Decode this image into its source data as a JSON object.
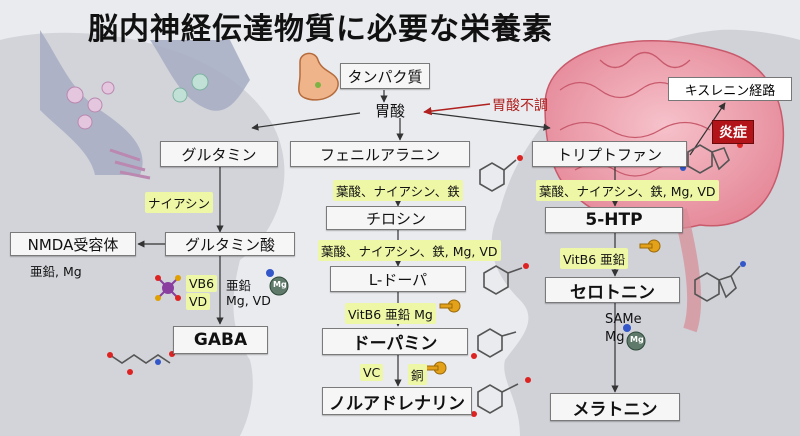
{
  "title": "脳内神経伝達物質に必要な栄養素",
  "nodes": {
    "protein": "タンパク質",
    "acid": "胃酸",
    "acid_disorder": "胃酸不調",
    "glutamine": "グルタミン",
    "phenylalanine": "フェニルアラニン",
    "tryptophan": "トリプトファン",
    "kynurenine": "キスレニン経路",
    "inflammation": "炎症",
    "glutamate": "グルタミン酸",
    "nmda": "NMDA受容体",
    "gaba": "GABA",
    "tyrosine": "チロシン",
    "ldopa": "L-ドーパ",
    "dopamine": "ドーパミン",
    "noradrenaline": "ノルアドレナリン",
    "htp": "5-HTP",
    "serotonin": "セロトニン",
    "melatonin": "メラトニン"
  },
  "labels": {
    "niacin": "ナイアシン",
    "nmda_cof": "亜鉛, Mg",
    "vb6": "VB6",
    "vd": "VD",
    "zinc_mg_vd_1": "亜鉛",
    "zinc_mg_vd_2": "Mg, VD",
    "phe_cof": "葉酸、ナイアシン、鉄",
    "tyr_cof": "葉酸、ナイアシン、鉄, Mg, VD",
    "ldopa_cof": "VitB6 亜鉛 Mg",
    "vc": "VC",
    "copper": "銅",
    "trp_cof": "葉酸、ナイアシン、鉄, Mg, VD",
    "htp_cof": "VitB6  亜鉛",
    "same": "SAMe",
    "same_mg": "Mg",
    "mg_ball": "Mg"
  },
  "colors": {
    "highlight": "#eef7a6",
    "alert": "#b3141a",
    "arrow": "#333333"
  },
  "icons": [
    "stomach-icon",
    "synapse-illustration",
    "brain-illustration",
    "molecule-icon",
    "key-icon",
    "mg-ball-icon"
  ]
}
